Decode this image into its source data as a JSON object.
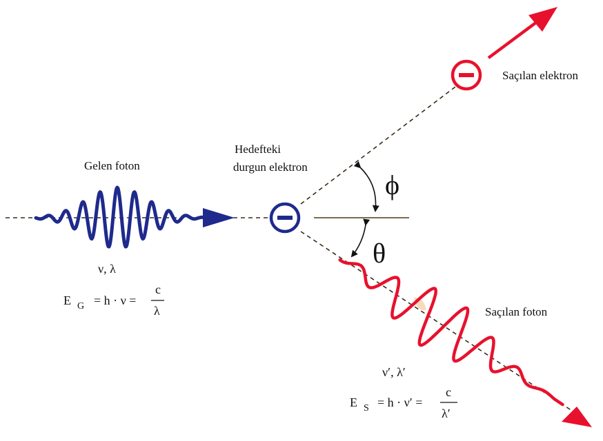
{
  "labels": {
    "incoming_photon": "Gelen foton",
    "target_line1": "Hedefteki",
    "target_line2": "durgun elektron",
    "scattered_electron": "Saçılan elektron",
    "scattered_photon": "Saçılan foton"
  },
  "symbols": {
    "electron_sign": "−",
    "phi": "ϕ",
    "theta": "θ",
    "incoming_nu_lambda": "ν,  λ",
    "scattered_nu_lambda": "ν′, λ′"
  },
  "equations": {
    "incoming": {
      "E": "E",
      "sub": "G",
      "middle": "= h · ν =",
      "num": "c",
      "den": "λ"
    },
    "scattered": {
      "E": "E",
      "sub": "S",
      "middle": "= h · ν′ =",
      "num": "c",
      "den": "λ′"
    }
  },
  "colors": {
    "incoming_wave": "#1f2a8c",
    "electron": "#1f2a8c",
    "scattered": "#e8112d",
    "dashed": "#3a2a1a",
    "reference_line": "#7a6a50",
    "highlight": "#f6d7b8"
  }
}
